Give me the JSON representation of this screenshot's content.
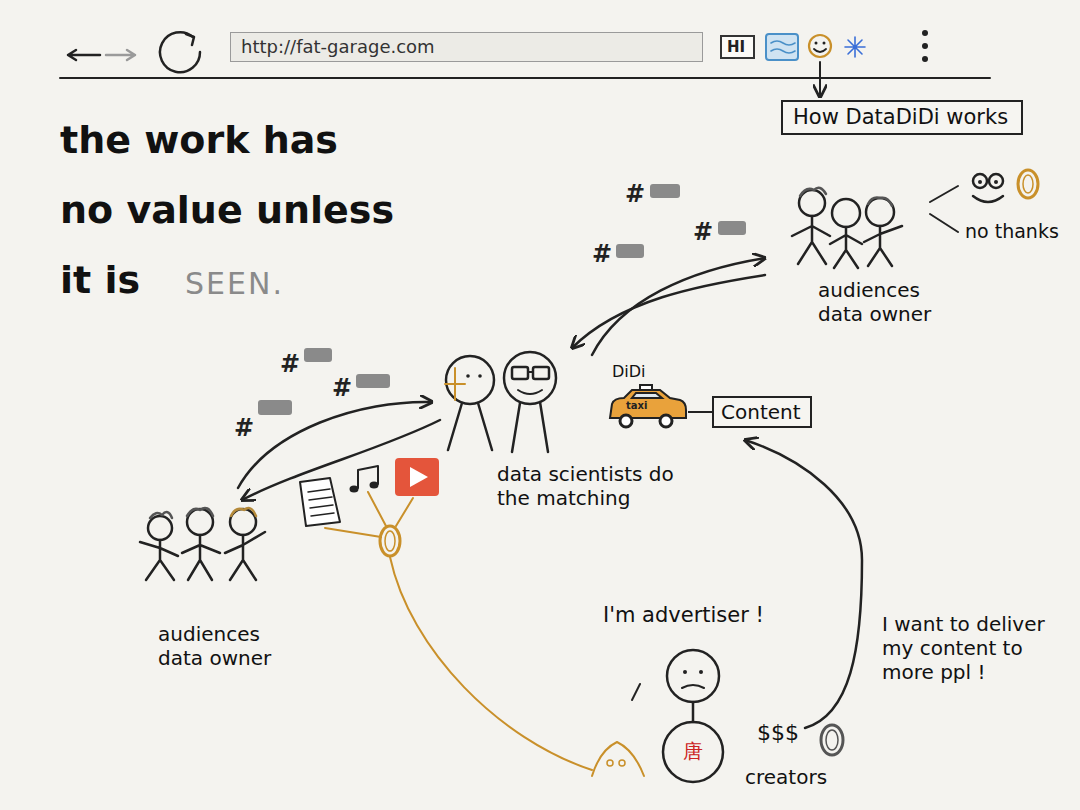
{
  "diagram": {
    "nodes": [
      {
        "text": [
          "http://fat-garage.com"
        ]
      },
      {
        "text": [
          "HI"
        ]
      },
      {
        "text": [
          "How DataDiDi works"
        ]
      },
      {
        "text": [
          "DiDi",
          "taxi"
        ]
      },
      {
        "text": [
          "Content"
        ]
      }
    ],
    "edges": [
      {
        "from": 3,
        "to": 4,
        "arrow": "none"
      }
    ],
    "labels": [
      "the work has",
      "no value unless",
      "it is",
      "SEEN.",
      "#",
      "#",
      "#",
      "#",
      "#",
      "#",
      "no thanks",
      "audiences data owner",
      "data scientists do the matching",
      "audiences data owner",
      "I'm advertiser !",
      "I want to deliver my content to more ppl !",
      "$$$",
      "creators",
      "唐"
    ]
  }
}
